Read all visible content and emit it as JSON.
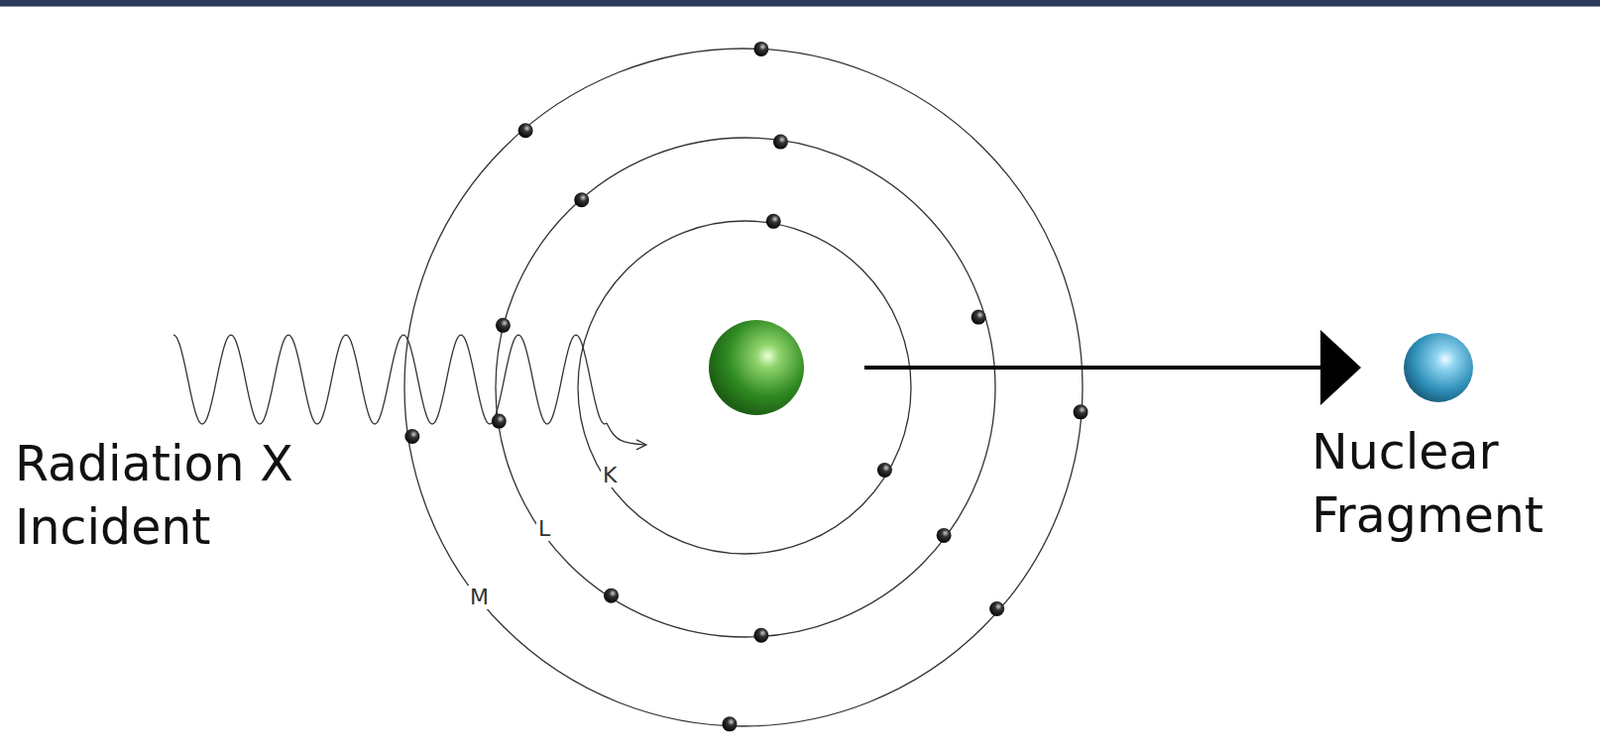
{
  "diagram": {
    "labels": [
      "Radiation X Incident",
      "K",
      "L",
      "M",
      "Nuclear Fragment"
    ]
  }
}
